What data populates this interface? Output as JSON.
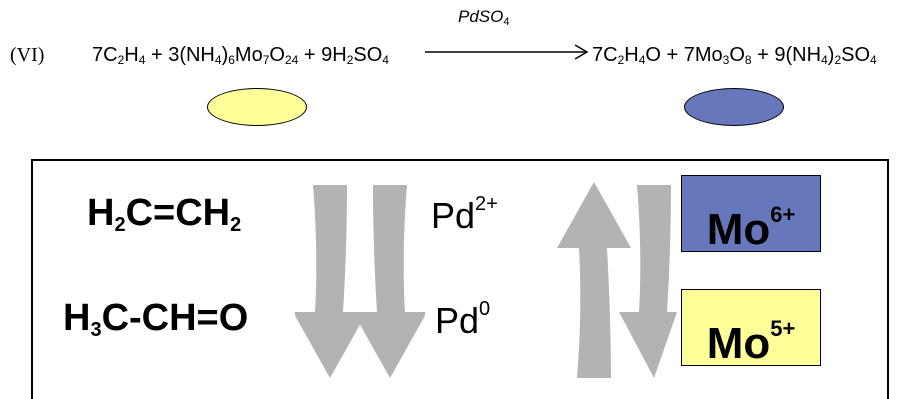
{
  "equation": {
    "label": "(VI)",
    "lhs": {
      "t1": "7C",
      "s1": "2",
      "t2": "H",
      "s2": "4",
      "t3": " + 3(NH",
      "s3": "4",
      "t4": ")",
      "s4": "6",
      "t5": "Mo",
      "s5": "7",
      "t6": "O",
      "s6": "24",
      "t7": " + 9H",
      "s7": "2",
      "t8": "SO",
      "s8": "4"
    },
    "catalyst": {
      "t1": "PdSO",
      "s1": "4"
    },
    "rhs": {
      "t1": "7C",
      "s1": "2",
      "t2": "H",
      "s2": "4",
      "t3": "O + 7Mo",
      "s3": "3",
      "t4": "O",
      "s4": "8",
      "t5": " + 9(NH",
      "s5": "4",
      "t6": ")",
      "s6": "2",
      "t7": "SO",
      "s7": "4"
    }
  },
  "cycle": {
    "ethylene": {
      "t1": "H",
      "s1": "2",
      "t2": "C=CH",
      "s2": "2"
    },
    "acetaldehyde": {
      "t1": "H",
      "s1": "3",
      "t2": "C-CH=O"
    },
    "pd_oxidized": {
      "t1": "Pd",
      "sup": "2+"
    },
    "pd_reduced": {
      "t1": "Pd",
      "sup": "0"
    },
    "mo_oxidized": {
      "t1": "Mo",
      "sup": "6+"
    },
    "mo_reduced": {
      "t1": "Mo",
      "sup": "5+"
    }
  },
  "colors": {
    "yellow": "#FFFF99",
    "blue": "#6677BB",
    "arrow_gray": "#B3B3B3"
  }
}
